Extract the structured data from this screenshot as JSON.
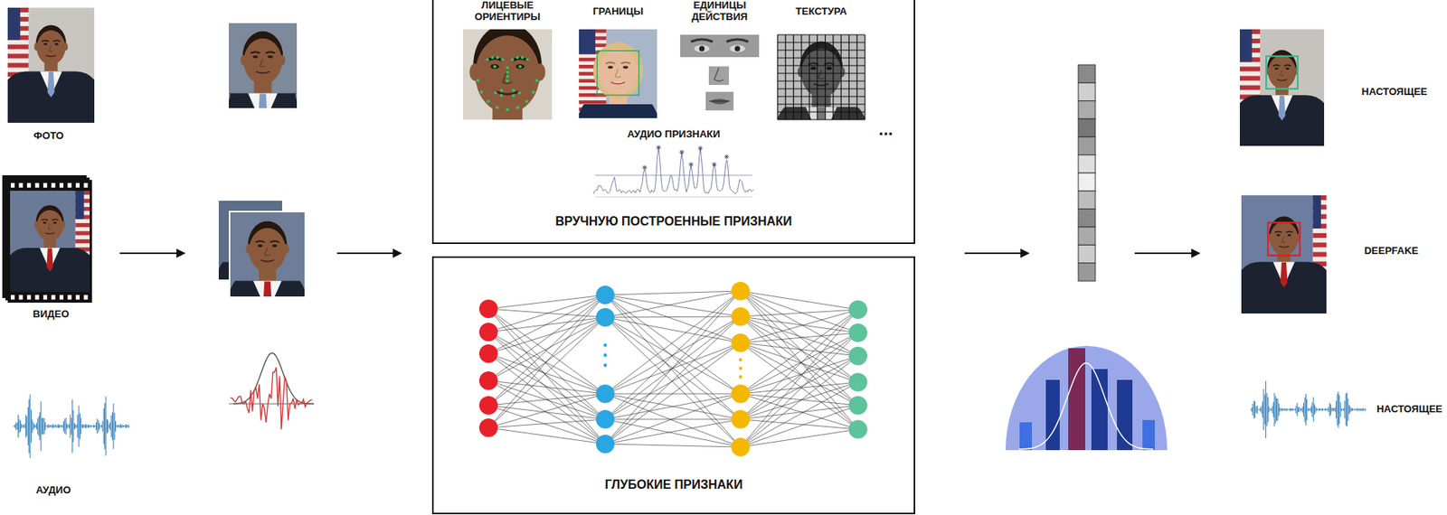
{
  "diagram": {
    "nodes": [
      {
        "text": [
          "ВРУЧНУЮ ПОСТРОЕННЫЕ ПРИЗНАКИ"
        ]
      },
      {
        "text": [
          "ЛИЦЕВЫЕ ОРИЕНТИРЫ"
        ],
        "in": 0
      },
      {
        "text": [
          "ГРАНИЦЫ"
        ],
        "in": 0
      },
      {
        "text": [
          "ЕДИНИЦЫ ДЕЙСТВИЯ"
        ],
        "in": 0
      },
      {
        "text": [
          "ТЕКСТУРА"
        ],
        "in": 0
      },
      {
        "text": [
          "АУДИО ПРИЗНАКИ"
        ],
        "in": 0
      },
      {
        "text": [
          "ГЛУБОКИЕ ПРИЗНАКИ"
        ]
      }
    ],
    "labels": [
      "ФОТО",
      "ВИДЕО",
      "АУДИО",
      "...",
      "НАСТОЯЩЕЕ",
      "DEEPFAKE",
      "НАСТОЯЩЕЕ"
    ]
  }
}
